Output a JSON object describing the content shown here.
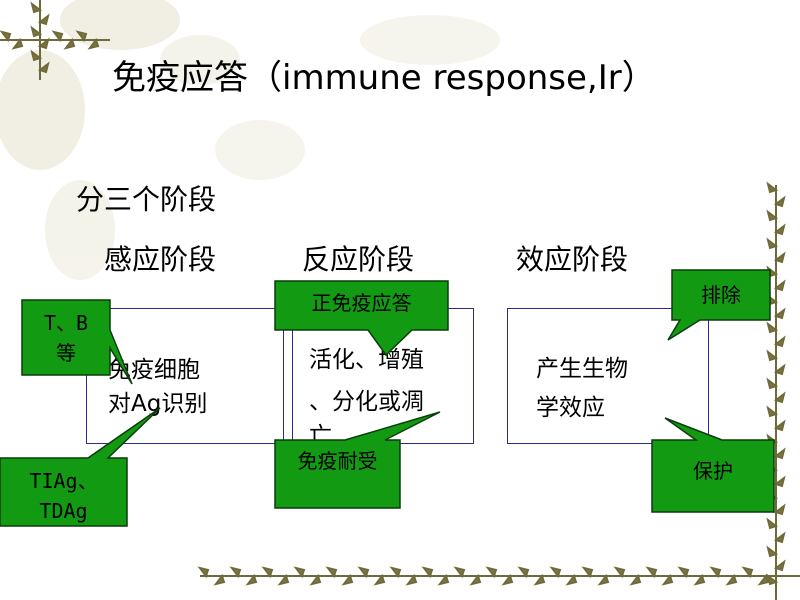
{
  "title": "免疫应答（immune response,Ir）",
  "subtitle": "分三个阶段",
  "stages": [
    "感应阶段",
    "反应阶段",
    "效应阶段"
  ],
  "boxes": {
    "induction": [
      "免疫细胞",
      "对Ag识别"
    ],
    "reaction": [
      "活化、增殖",
      "、分化或凋",
      "亡"
    ],
    "effect": [
      "产生生物",
      "学效应"
    ]
  },
  "callouts": {
    "tb": [
      "T、B",
      "等"
    ],
    "antigen": [
      "TIAg、",
      "TDAg"
    ],
    "positive": "正免疫应答",
    "tolerance": "免疫耐受",
    "eliminate": "排除",
    "protect": "保护"
  },
  "colors": {
    "callout_fill": "#139A13",
    "callout_border": "#0a3d0a",
    "box_border": "#2b2b8f",
    "decor_vine": "#d8d2b8"
  }
}
